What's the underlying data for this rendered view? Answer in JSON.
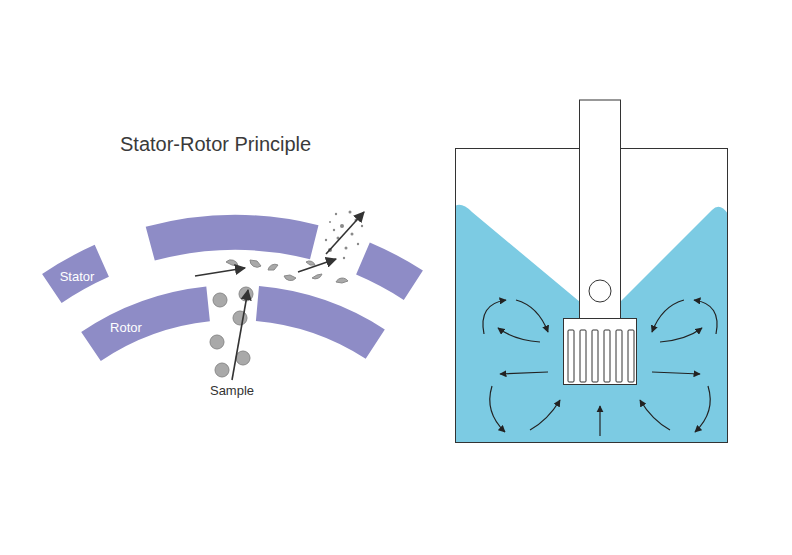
{
  "diagram": {
    "title": "Stator-Rotor Principle",
    "labels": [
      "Stator",
      "Rotor",
      "Sample"
    ]
  }
}
